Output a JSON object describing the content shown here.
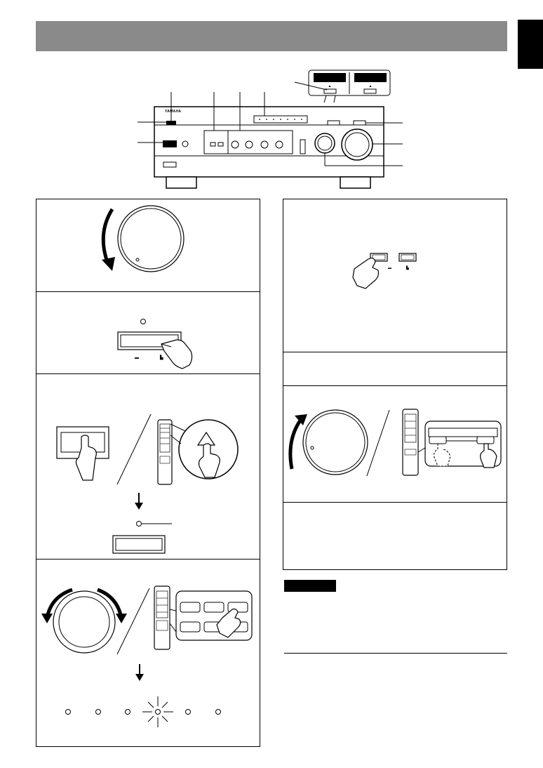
{
  "page": {
    "brand": "YAMAHA"
  },
  "icons": {
    "header_bar": "gray-title-bar",
    "side_tab": "black-section-tab",
    "receiver": "amplifier-front-panel-illustration",
    "dial_ccw": "rotate-knob-counterclockwise-icon",
    "power_press": "press-power-button-icon",
    "remote": "remote-control-icon",
    "arrow_down": "arrow-down-icon",
    "led_flash": "flashing-indicator-icon",
    "speaker_buttons": "speaker-selector-buttons-icon",
    "dial_cw": "rotate-knob-clockwise-icon"
  },
  "note": {
    "label": ""
  }
}
